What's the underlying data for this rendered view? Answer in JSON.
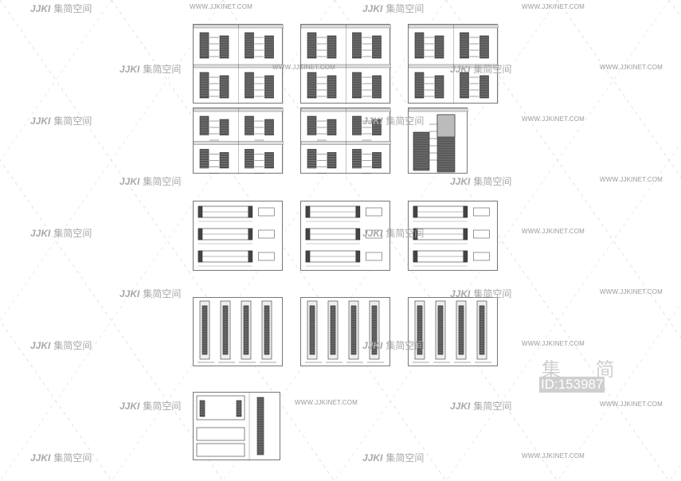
{
  "watermarks": {
    "url": "WWW.JJKINET.COM",
    "logo_mark": "JJKI",
    "logo_text": "集简空间",
    "big_logo": "集 简",
    "id_label": "ID:153987"
  },
  "sheets": [
    {
      "kind": "elevation-set"
    },
    {
      "kind": "elevation-set"
    },
    {
      "kind": "elevation-set"
    },
    {
      "kind": "elevation-set"
    },
    {
      "kind": "elevation-set"
    },
    {
      "kind": "elevation-large"
    },
    {
      "kind": "plan-set"
    },
    {
      "kind": "plan-set"
    },
    {
      "kind": "plan-set"
    },
    {
      "kind": "section-set"
    },
    {
      "kind": "section-set"
    },
    {
      "kind": "section-set"
    },
    {
      "kind": "detail-set"
    }
  ],
  "colors": {
    "line": "#333333",
    "watermark": "#a8a8a8",
    "badge": "#cfcfcf"
  }
}
